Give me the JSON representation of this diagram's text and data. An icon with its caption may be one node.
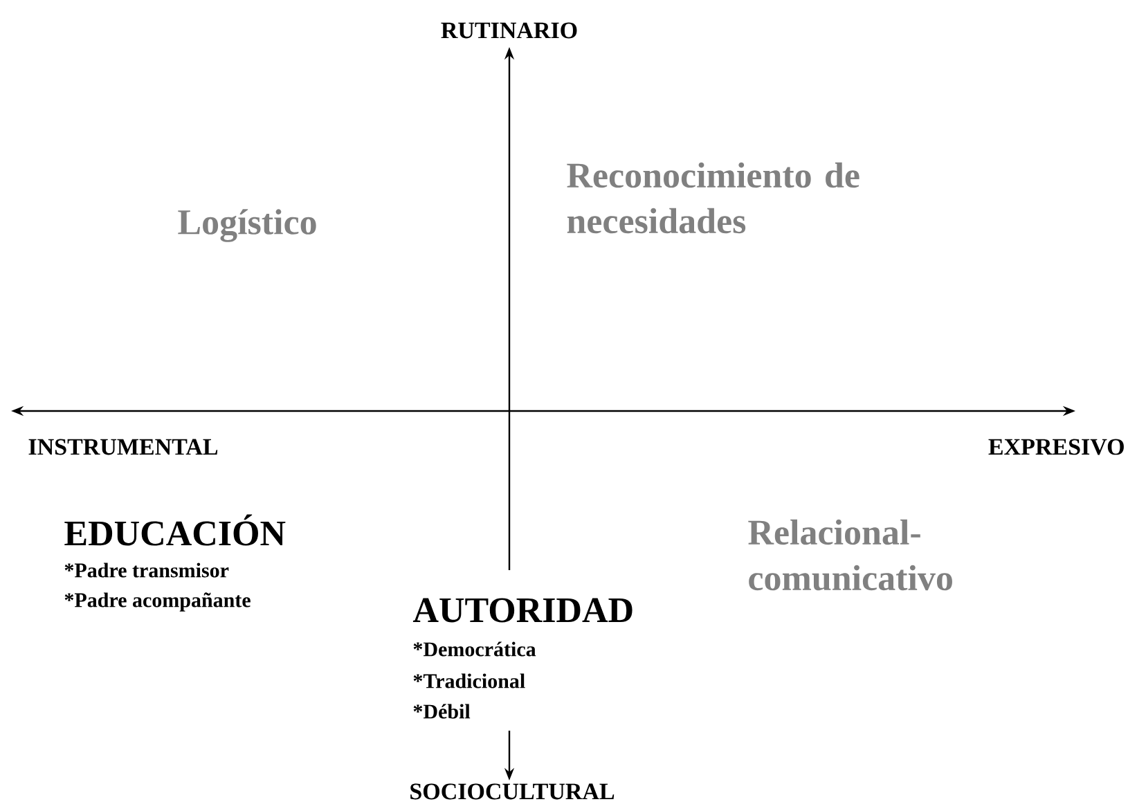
{
  "diagram": {
    "labels": [
      "RUTINARIO",
      "Reconocimiento de necesidades",
      "Logístico",
      "INSTRUMENTAL",
      "EXPRESIVO",
      "EDUCACIÓN",
      "Relacional-comunicativo",
      "*Padre transmisor",
      "*Padre acompañante",
      "AUTORIDAD",
      "*Democrática",
      "*Tradicional",
      "*Débil",
      "SOCIOCULTURAL"
    ]
  }
}
